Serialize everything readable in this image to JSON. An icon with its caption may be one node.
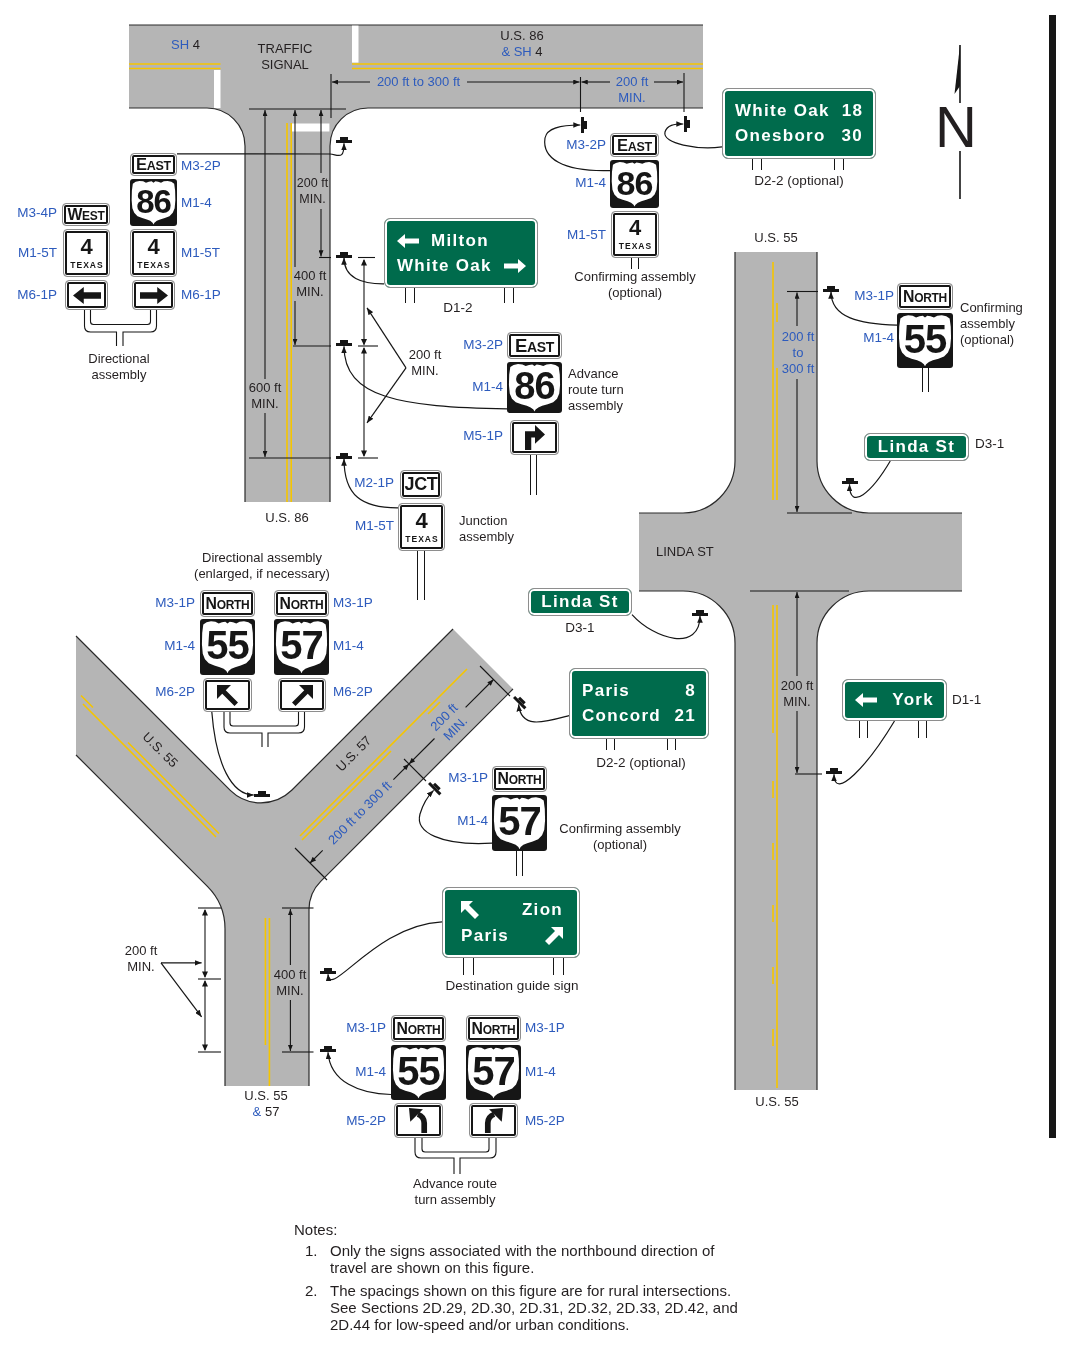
{
  "diagram": {
    "nodes": [
      {
        "text": [
          "EAST"
        ],
        "beside": [
          "M3-2P"
        ]
      },
      {
        "text": [
          "86"
        ],
        "beside": [
          "M1-4"
        ]
      },
      {
        "text": [
          "WEST"
        ],
        "beside": [
          "M3-4P"
        ]
      },
      {
        "text": [
          "4",
          "TEXAS"
        ],
        "beside": [
          "M1-5T"
        ]
      },
      {
        "text": [
          "4",
          "TEXAS"
        ],
        "beside": [
          "M1-5T"
        ]
      },
      {
        "text": [],
        "shape": "box",
        "beside": [
          "M6-1P"
        ]
      },
      {
        "text": [],
        "shape": "box",
        "beside": [
          "M6-1P"
        ]
      },
      {
        "text": [
          "Milton",
          "White Oak"
        ],
        "beside": [
          "D1-2"
        ]
      },
      {
        "text": [
          "EAST"
        ],
        "beside": [
          "M3-2P"
        ]
      },
      {
        "text": [
          "86"
        ],
        "beside": [
          "M1-4"
        ]
      },
      {
        "text": [
          "4",
          "TEXAS"
        ],
        "beside": [
          "M1-5T"
        ]
      },
      {
        "text": [
          "White Oak",
          "18",
          "Onesboro",
          "30"
        ],
        "beside": [
          "D2-2 (optional)"
        ]
      },
      {
        "text": [
          "EAST"
        ],
        "beside": [
          "M3-2P"
        ]
      },
      {
        "text": [
          "86"
        ],
        "beside": [
          "M1-4"
        ]
      },
      {
        "text": [],
        "shape": "box",
        "beside": [
          "M5-1P"
        ]
      },
      {
        "text": [
          "JCT"
        ],
        "beside": [
          "M2-1P"
        ]
      },
      {
        "text": [
          "4",
          "TEXAS"
        ],
        "beside": [
          "M1-5T"
        ]
      },
      {
        "text": [
          "NORTH"
        ],
        "beside": [
          "M3-1P"
        ]
      },
      {
        "text": [
          "55"
        ],
        "beside": [
          "M1-4"
        ]
      },
      {
        "text": [
          "Linda St"
        ],
        "beside": [
          "D3-1"
        ]
      },
      {
        "text": [
          "Linda St"
        ],
        "beside": [
          "D3-1"
        ]
      },
      {
        "text": [
          "NORTH"
        ],
        "beside": [
          "M3-1P"
        ]
      },
      {
        "text": [
          "NORTH"
        ],
        "beside": [
          "M3-1P"
        ]
      },
      {
        "text": [
          "55"
        ],
        "beside": [
          "M1-4"
        ]
      },
      {
        "text": [
          "57"
        ],
        "beside": [
          "M1-4"
        ]
      },
      {
        "text": [],
        "shape": "box",
        "beside": [
          "M6-2P"
        ]
      },
      {
        "text": [],
        "shape": "box",
        "beside": [
          "M6-2P"
        ]
      },
      {
        "text": [
          "Paris",
          "8",
          "Concord",
          "21"
        ],
        "beside": [
          "D2-2 (optional)"
        ]
      },
      {
        "text": [
          "York"
        ],
        "beside": [
          "D1-1"
        ]
      },
      {
        "text": [
          "NORTH"
        ],
        "beside": [
          "M3-1P"
        ]
      },
      {
        "text": [
          "57"
        ],
        "beside": [
          "M1-4"
        ]
      },
      {
        "text": [
          "Zion",
          "Paris"
        ],
        "beside": [
          "Destination guide sign"
        ]
      },
      {
        "text": [
          "NORTH"
        ],
        "beside": [
          "M3-1P"
        ]
      },
      {
        "text": [
          "NORTH"
        ],
        "beside": [
          "M3-1P"
        ]
      },
      {
        "text": [
          "55"
        ],
        "beside": [
          "M1-4"
        ]
      },
      {
        "text": [
          "57"
        ],
        "beside": [
          "M1-4"
        ]
      },
      {
        "text": [],
        "shape": "box",
        "beside": [
          "M5-2P"
        ]
      },
      {
        "text": [],
        "shape": "box",
        "beside": [
          "M5-2P"
        ]
      },
      {
        "text": [
          "200 ft MIN."
        ]
      },
      {
        "text": [
          "200 ft MIN."
        ]
      },
      {
        "text": [],
        "shape": "bar"
      },
      {
        "text": [],
        "shape": "bar"
      },
      {
        "text": [],
        "shape": "bar"
      },
      {
        "text": [],
        "shape": "bar"
      },
      {
        "text": [],
        "shape": "bar"
      },
      {
        "text": [],
        "shape": "bar"
      },
      {
        "text": [],
        "shape": "bar"
      },
      {
        "text": [],
        "shape": "bar"
      },
      {
        "text": [],
        "shape": "bar"
      },
      {
        "text": [],
        "shape": "bar"
      },
      {
        "text": [],
        "shape": "bar"
      },
      {
        "text": [],
        "shape": "bar"
      },
      {
        "text": [],
        "shape": "bar"
      },
      {
        "text": [],
        "shape": "bar"
      },
      {
        "text": [],
        "shape": "bar"
      },
      {
        "text": [],
        "shape": "line"
      },
      {
        "text": [],
        "shape": "line"
      },
      {
        "text": [],
        "shape": "line"
      },
      {
        "text": [],
        "shape": "line"
      }
    ],
    "edges": [
      {
        "from": 0,
        "to": 40,
        "arrow": "to"
      },
      {
        "from": 7,
        "to": 41,
        "arrow": "to"
      },
      {
        "from": 13,
        "to": 42,
        "arrow": "to"
      },
      {
        "from": 16,
        "to": 43,
        "arrow": "to"
      },
      {
        "from": 9,
        "to": 44,
        "arrow": "to"
      },
      {
        "from": 11,
        "to": 45,
        "arrow": "to"
      },
      {
        "from": 18,
        "to": 46,
        "arrow": "to"
      },
      {
        "from": 19,
        "to": 47,
        "arrow": "to"
      },
      {
        "from": 20,
        "to": 48,
        "arrow": "to"
      },
      {
        "from": 25,
        "to": 49,
        "arrow": "to"
      },
      {
        "from": 27,
        "to": 50,
        "arrow": "to"
      },
      {
        "from": 28,
        "to": 51,
        "arrow": "to"
      },
      {
        "from": 30,
        "to": 52,
        "arrow": "to"
      },
      {
        "from": 31,
        "to": 53,
        "arrow": "to"
      },
      {
        "from": 34,
        "to": 54,
        "arrow": "to"
      },
      {
        "from": 38,
        "to": 55,
        "arrow": "to"
      },
      {
        "from": 38,
        "to": 56,
        "arrow": "to"
      },
      {
        "from": 39,
        "to": 57,
        "arrow": "to"
      },
      {
        "from": 39,
        "to": 58,
        "arrow": "to"
      }
    ],
    "labels": [
      "SH 4",
      "TRAFFIC SIGNAL",
      "U.S. 86 & SH 4",
      "200 ft to 300 ft",
      "200 ft MIN.",
      "200 ft MIN.",
      "Directional assembly",
      "400 ft MIN.",
      "Confirming assembly (optional)",
      "U.S. 55",
      "Confirming assembly (optional)",
      "200 ft to 300 ft",
      "Advance route turn assembly",
      "600 ft MIN.",
      "Junction assembly",
      "U.S. 86",
      "LINDA ST",
      "Directional assembly (enlarged, if necessary)",
      "200 ft MIN.",
      "U.S. 55",
      "U.S. 57",
      "200 ft MIN.",
      "200 ft to 300 ft",
      "Confirming assembly (optional)",
      "400 ft MIN.",
      "U.S. 55 & 57",
      "U.S. 55",
      "Advance route turn assembly",
      "Notes:",
      "1.",
      "Only the signs associated with the northbound direction of travel are shown on this figure.",
      "2.",
      "The spacings shown on this figure are for rural intersections. See Sections 2D.29, 2D.30, 2D.31, 2D.32, 2D.33, 2D.42, and 2D.44 for low-speed and/or urban conditions.",
      "N"
    ]
  }
}
